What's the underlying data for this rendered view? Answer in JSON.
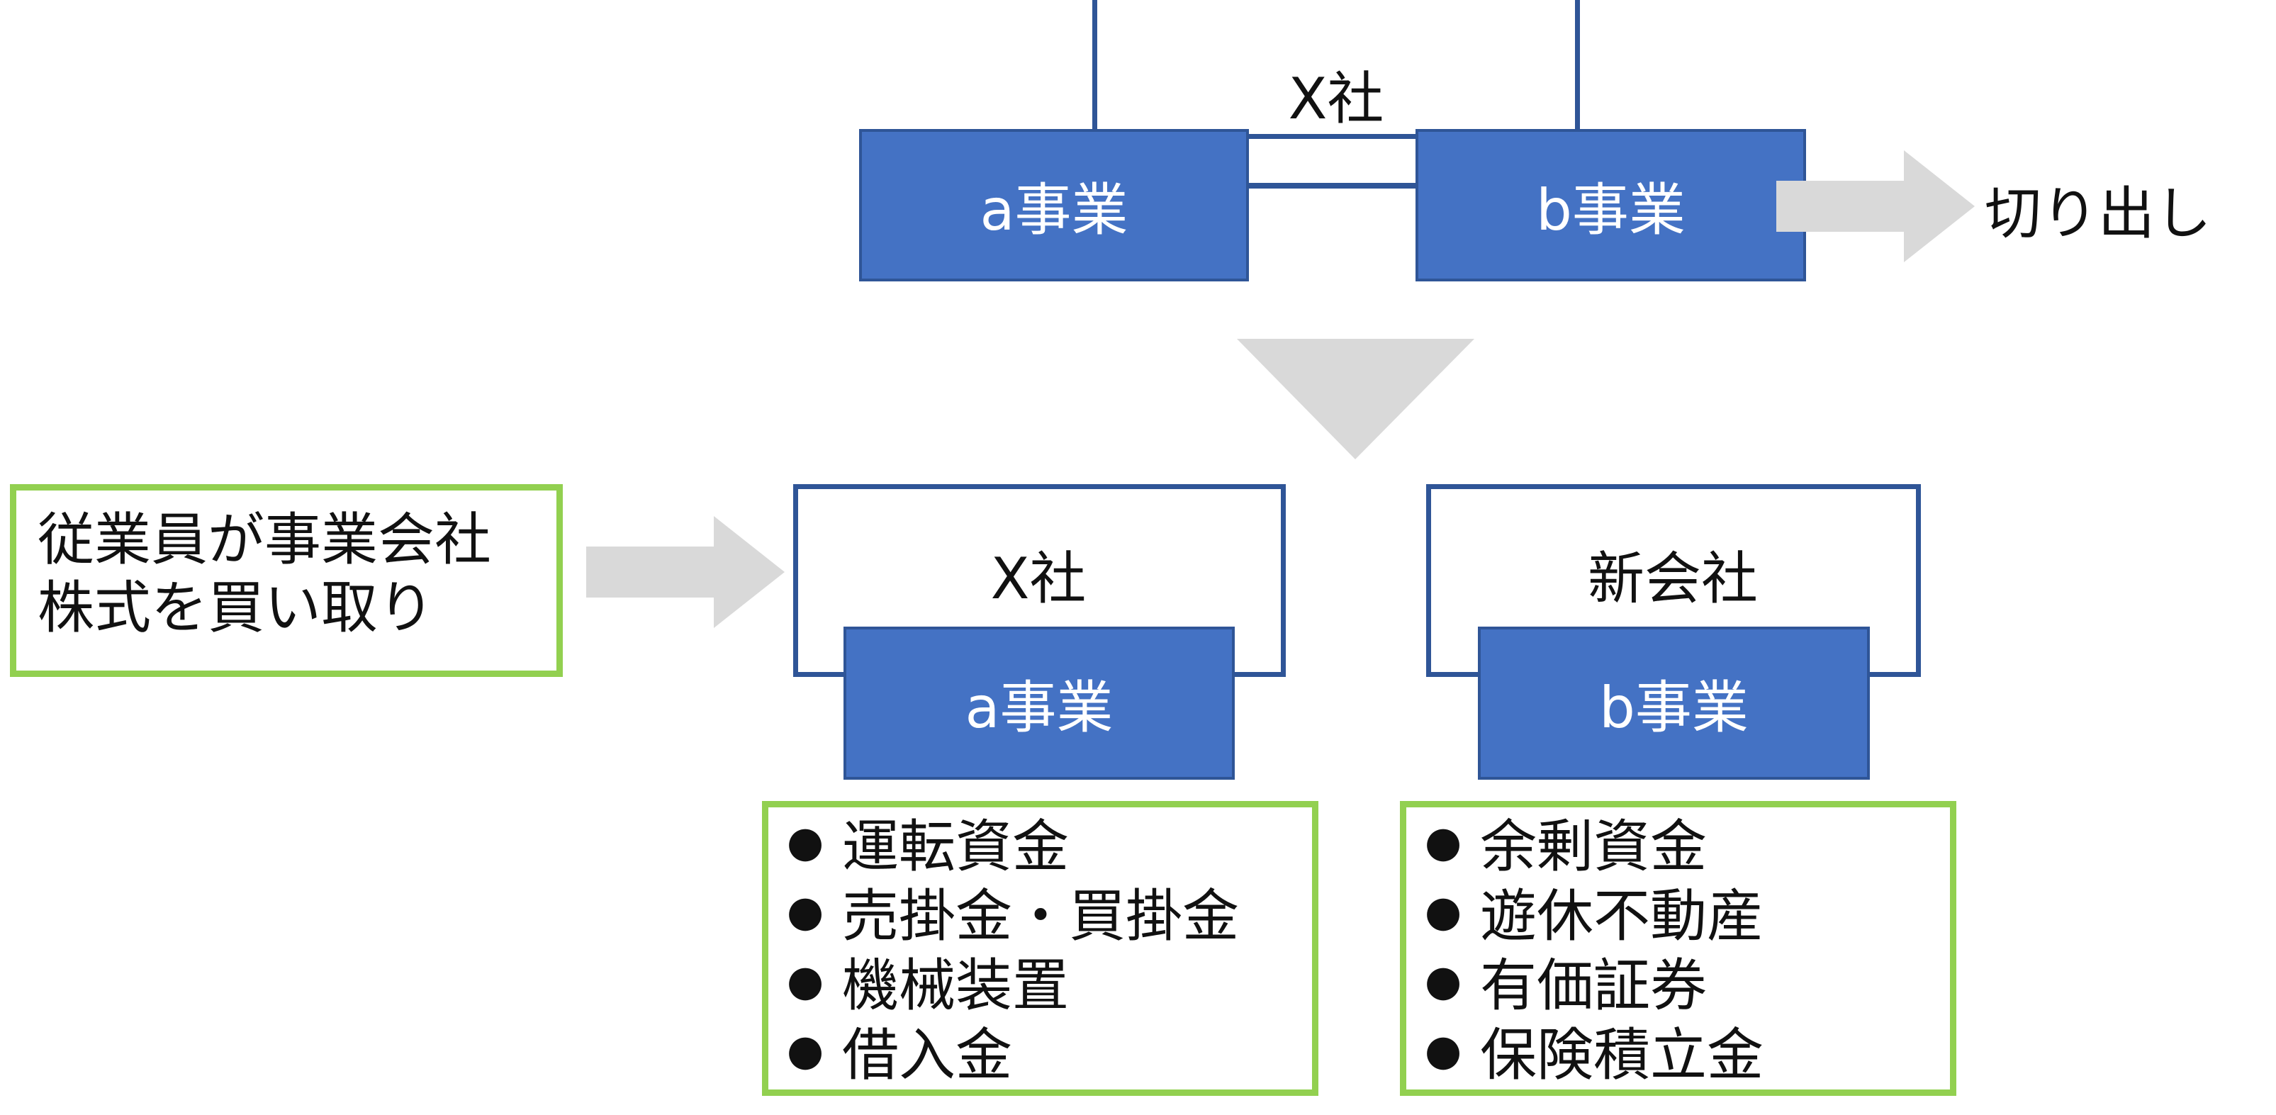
{
  "colors": {
    "frame": "#2f5597",
    "business_fill": "#4472c4",
    "note_border": "#92d050",
    "arrow": "#d9d9d9"
  },
  "before": {
    "company_label": "X社",
    "business_a": "a事業",
    "business_b": "b事業",
    "carve_out_label": "切り出し"
  },
  "after": {
    "left": {
      "company_label": "X社",
      "business_label": "a事業",
      "assets": [
        "運転資金",
        "売掛金・買掛金",
        "機械装置",
        "借入金"
      ]
    },
    "right": {
      "company_label": "新会社",
      "business_label": "b事業",
      "assets": [
        "余剰資金",
        "遊休不動産",
        "有価証券",
        "保険積立金"
      ]
    }
  },
  "employee_note": {
    "lines": [
      "従業員が事業会社",
      "株式を買い取り"
    ]
  }
}
